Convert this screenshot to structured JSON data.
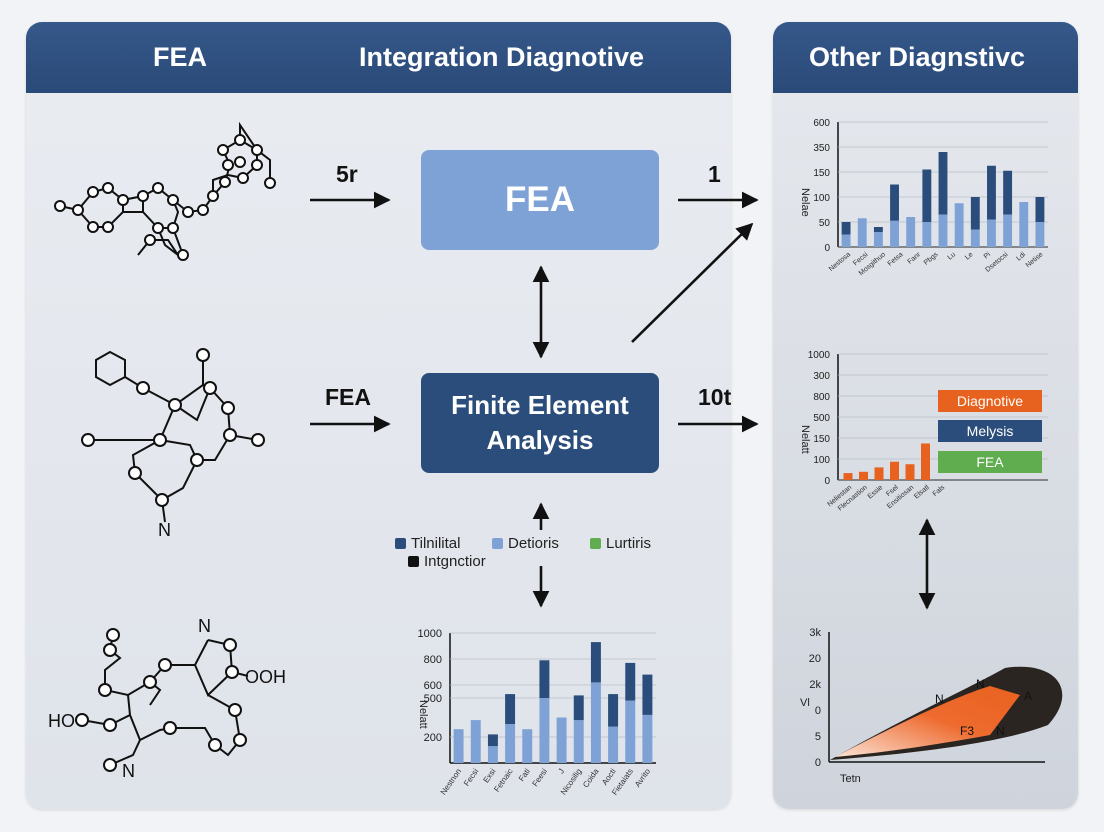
{
  "left_panel": {
    "header_left": "FEA",
    "header_right": "Integration Diagnotive"
  },
  "right_panel": {
    "header": "Other Diagnstivc"
  },
  "nodes": {
    "fea_box": "FEA",
    "fe_box_line1": "Finite Element",
    "fe_box_line2": "Analysis"
  },
  "arrow_labels": {
    "top_left": "5r",
    "mid_left": "FEA",
    "top_right": "1",
    "mid_right": "10t"
  },
  "molecule_labels": {
    "mol2_n": "N",
    "mol3_n_top": "N",
    "mol3_oh": "OOH",
    "mol3_ho": "HO",
    "mol3_n_bottom": "N"
  },
  "legend": [
    {
      "label": "Tilnilital",
      "color": "#2b4d7b"
    },
    {
      "label": "Detioris",
      "color": "#7fa2d6"
    },
    {
      "label": "Lurtiris",
      "color": "#5fad4e"
    },
    {
      "label": "Intgnctior",
      "color": "#111111"
    }
  ],
  "colors": {
    "dark_blue": "#2b4d7b",
    "light_blue": "#7fa2d6",
    "orange": "#e8621f",
    "green": "#5fad4e",
    "header": "#2f5181"
  },
  "chart_data": [
    {
      "id": "bottom-center",
      "type": "bar",
      "ylabel": "Nelatt",
      "ylim": [
        0,
        1000
      ],
      "yticks": [
        200,
        500,
        600,
        800,
        1000
      ],
      "categories": [
        "Nestnon",
        "Fecsi",
        "Exsi",
        "Fetnaic",
        "Fati",
        "Feesi",
        "J",
        "Nicosilig",
        "Coida",
        "Aocti",
        "Fietaiats",
        "Avrito"
      ],
      "series": [
        {
          "values": [
            260,
            330,
            130,
            300,
            260,
            500,
            350,
            330,
            620,
            280,
            480,
            370
          ]
        },
        {
          "values": [
            0,
            0,
            90,
            230,
            0,
            290,
            0,
            190,
            310,
            250,
            290,
            310
          ]
        }
      ]
    },
    {
      "id": "top-right",
      "type": "bar",
      "ylabel": "Nelae",
      "ylim": [
        0,
        500
      ],
      "ytick_labels": [
        "0",
        "50",
        "100",
        "150",
        "350",
        "600"
      ],
      "categories": [
        "Nestosa",
        "Fecsi",
        "Mosgithuo",
        "Fetsa",
        "Fanr",
        "Pbgs",
        "Lu",
        "Le",
        "Pi",
        "Dsetocsi",
        "Ldi",
        "Netise"
      ],
      "series": [
        {
          "values": [
            50,
            115,
            20,
            145,
            120,
            210,
            250,
            175,
            130,
            215,
            175,
            180,
            100
          ]
        },
        {
          "values": [
            50,
            0,
            60,
            105,
            0,
            100,
            130,
            0,
            70,
            110,
            130,
            0,
            100
          ]
        }
      ]
    },
    {
      "id": "middle-right",
      "type": "bar",
      "ylabel": "Nelatt",
      "ylim": [
        0,
        1000
      ],
      "ytick_labels": [
        "0",
        "100",
        "150",
        "500",
        "800",
        "300",
        "1000"
      ],
      "categories": [
        "Neliestan",
        "Flecnastion",
        "Essie",
        "Fsel",
        "Ensitiosan",
        "Elsatl",
        "Fals"
      ],
      "values": [
        55,
        65,
        100,
        145,
        125,
        290
      ],
      "legend": [
        "Diagnotive",
        "Melysis",
        "FEA"
      ]
    },
    {
      "id": "bottom-right",
      "type": "area",
      "ylabel": "Vl",
      "xlabel": "Tetn",
      "ytick_labels": [
        "0",
        "5",
        "0",
        "2k",
        "20",
        "3k"
      ],
      "point_labels": [
        "N",
        "N",
        "A",
        "F3",
        "N"
      ]
    }
  ]
}
